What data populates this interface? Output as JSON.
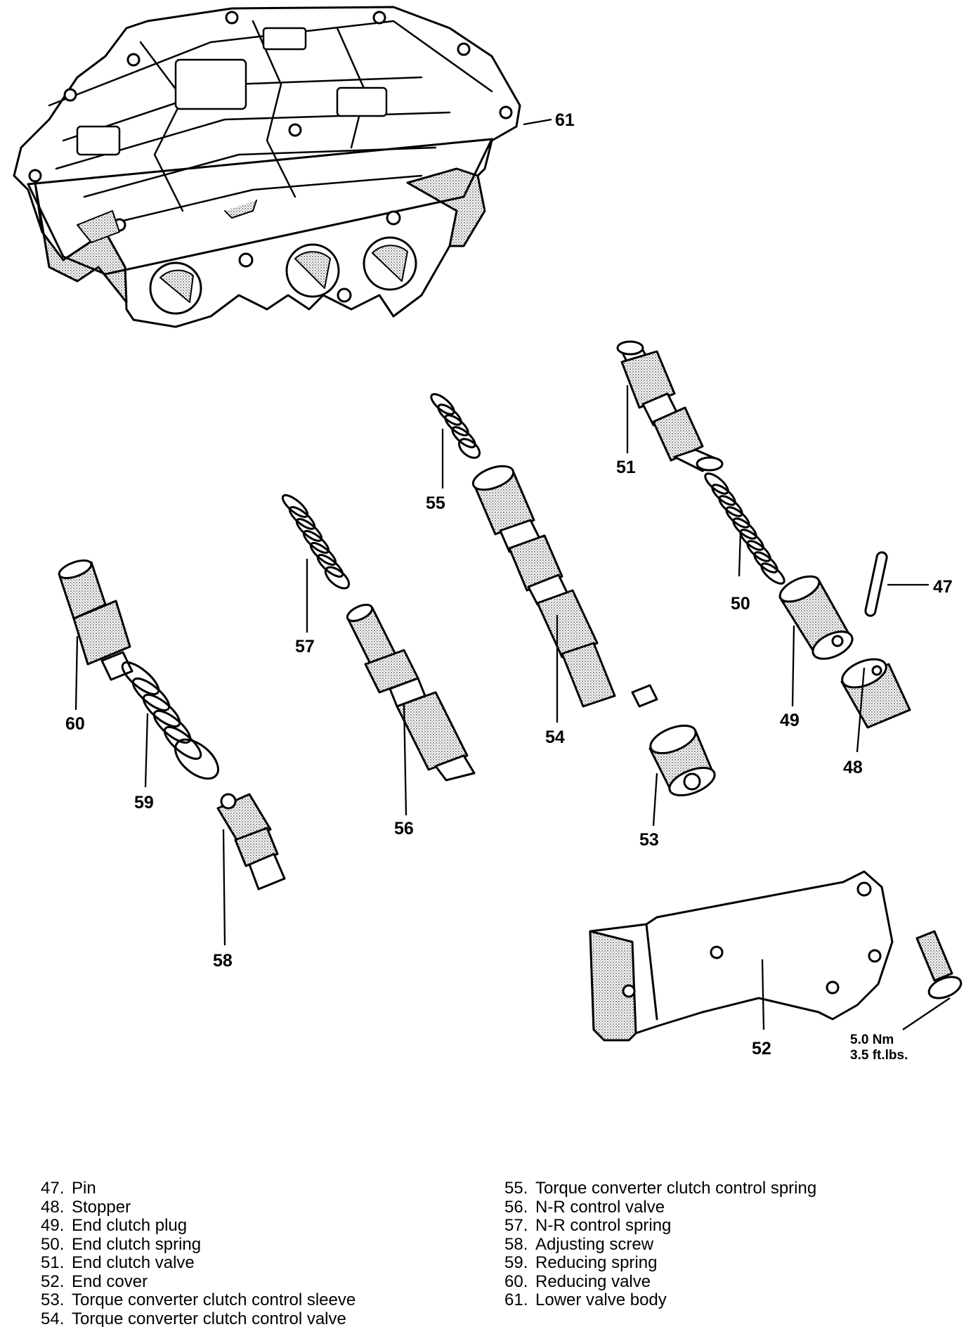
{
  "callouts": {
    "c47": "47",
    "c48": "48",
    "c49": "49",
    "c50": "50",
    "c51": "51",
    "c52": "52",
    "c53": "53",
    "c54": "54",
    "c55": "55",
    "c56": "56",
    "c57": "57",
    "c58": "58",
    "c59": "59",
    "c60": "60",
    "c61": "61"
  },
  "torque": {
    "metric": "5.0 Nm",
    "imperial": "3.5 ft.lbs."
  },
  "legend": {
    "left": [
      {
        "num": "47.",
        "label": "Pin"
      },
      {
        "num": "48.",
        "label": "Stopper"
      },
      {
        "num": "49.",
        "label": "End clutch plug"
      },
      {
        "num": "50.",
        "label": "End clutch spring"
      },
      {
        "num": "51.",
        "label": "End clutch valve"
      },
      {
        "num": "52.",
        "label": "End cover"
      },
      {
        "num": "53.",
        "label": "Torque converter clutch control sleeve"
      },
      {
        "num": "54.",
        "label": "Torque converter clutch control valve"
      }
    ],
    "right": [
      {
        "num": "55.",
        "label": "Torque converter clutch control spring"
      },
      {
        "num": "56.",
        "label": "N-R control valve"
      },
      {
        "num": "57.",
        "label": "N-R control spring"
      },
      {
        "num": "58.",
        "label": "Adjusting screw"
      },
      {
        "num": "59.",
        "label": "Reducing spring"
      },
      {
        "num": "60.",
        "label": "Reducing valve"
      },
      {
        "num": "61.",
        "label": "Lower valve body"
      }
    ]
  }
}
